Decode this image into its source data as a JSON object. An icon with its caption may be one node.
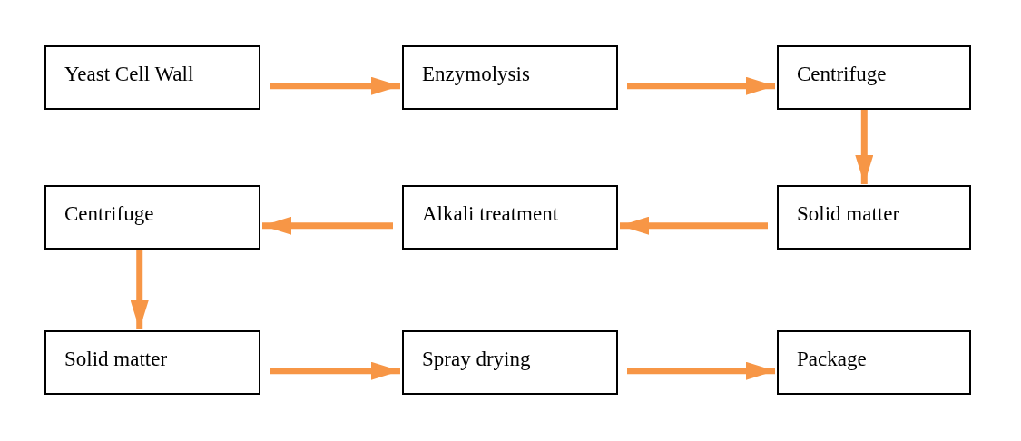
{
  "diagram": {
    "nodes": [
      {
        "text": [
          "Yeast Cell Wall"
        ]
      },
      {
        "text": [
          "Enzymolysis"
        ]
      },
      {
        "text": [
          "Centrifuge"
        ]
      },
      {
        "text": [
          "Centrifuge"
        ]
      },
      {
        "text": [
          "Alkali treatment"
        ]
      },
      {
        "text": [
          "Solid matter"
        ]
      },
      {
        "text": [
          "Solid matter"
        ]
      },
      {
        "text": [
          "Spray drying"
        ]
      },
      {
        "text": [
          "Package"
        ]
      }
    ],
    "edges": [
      {
        "from": 0,
        "to": 1,
        "arrow": "to"
      },
      {
        "from": 1,
        "to": 2,
        "arrow": "to"
      },
      {
        "from": 2,
        "to": 5,
        "arrow": "to"
      },
      {
        "from": 5,
        "to": 4,
        "arrow": "to"
      },
      {
        "from": 4,
        "to": 3,
        "arrow": "to"
      },
      {
        "from": 3,
        "to": 6,
        "arrow": "to"
      },
      {
        "from": 6,
        "to": 7,
        "arrow": "to"
      },
      {
        "from": 7,
        "to": 8,
        "arrow": "to"
      }
    ]
  }
}
